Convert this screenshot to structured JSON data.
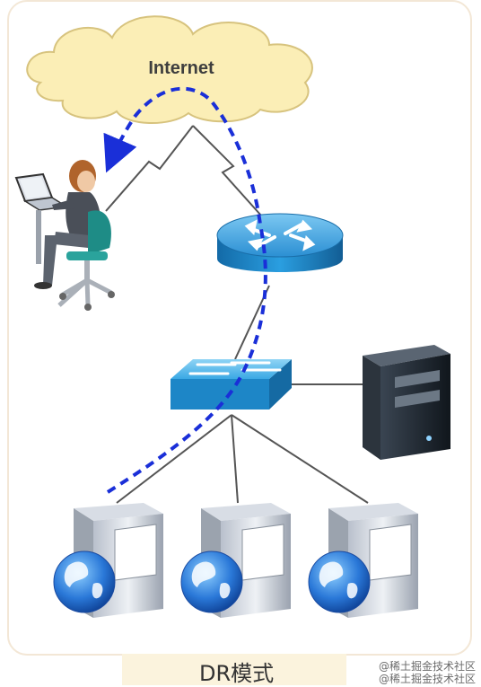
{
  "diagram": {
    "cloud_label": "Internet",
    "caption": "DR模式"
  },
  "watermark": {
    "line1": "@稀土掘金技术社区",
    "line2": "@稀土掘金技术社区"
  },
  "colors": {
    "cloud_fill": "#fbeeb6",
    "router_blue": "#1f8fd6",
    "switch_blue": "#2aa9e6",
    "flow_arrow": "#1a2fd8",
    "server_dark": "#1f2730"
  }
}
